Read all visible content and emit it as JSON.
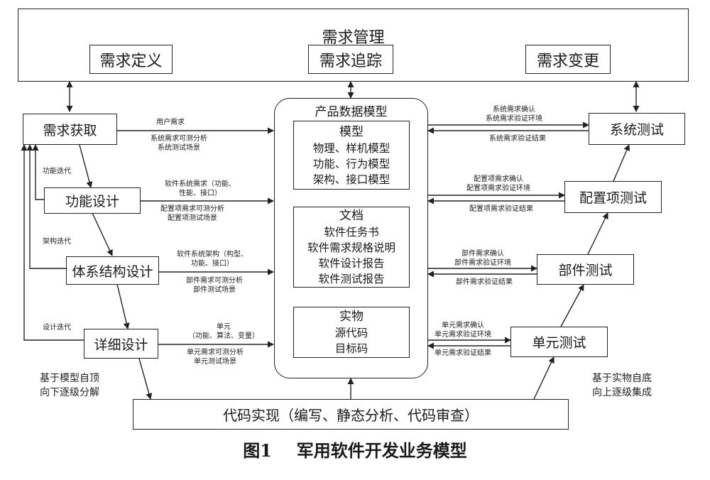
{
  "top": {
    "title": "需求管理",
    "items": [
      "需求定义",
      "需求追踪",
      "需求变更"
    ]
  },
  "left_chain": {
    "req_acquire": "需求获取",
    "func_design": "功能设计",
    "arch_design": "体系结构设计",
    "detail_design": "详细设计"
  },
  "iterations": {
    "func": "功能迭代",
    "arch": "架构迭代",
    "design": "设计迭代"
  },
  "left_flows": {
    "req_in": "用户需求",
    "req_out_1": "系统需求可测分析",
    "req_out_2": "系统测试场景",
    "func_in_1": "软件系统需求（功能、",
    "func_in_2": "性能、接口）",
    "func_out_1": "配置项需求可测分析",
    "func_out_2": "配置项测试场景",
    "arch_in_1": "软件系统架构（构型、",
    "arch_in_2": "功能、接口）",
    "arch_out_1": "部件需求可测分析",
    "arch_out_2": "部件测试场景",
    "det_in_1": "单元",
    "det_in_2": "（功能、算法、变量）",
    "det_out_1": "单元需求可测分析",
    "det_out_2": "单元测试场景"
  },
  "center": {
    "title": "产品数据模型",
    "model": {
      "title": "模型",
      "lines": [
        "物理、样机模型",
        "功能、行为模型",
        "架构、接口模型"
      ]
    },
    "docs": {
      "title": "文档",
      "lines": [
        "软件任务书",
        "软件需求规格说明",
        "软件设计报告",
        "软件测试报告"
      ]
    },
    "entity": {
      "title": "实物",
      "lines": [
        "源代码",
        "目标码"
      ]
    }
  },
  "right_chain": {
    "sys_test": "系统测试",
    "cfg_test": "配置项测试",
    "part_test": "部件测试",
    "unit_test": "单元测试"
  },
  "right_flows": {
    "sys_in_1": "系统需求确认",
    "sys_in_2": "系统需求验证环境",
    "sys_out": "系统需求验证结果",
    "cfg_in_1": "配置项需求确认",
    "cfg_in_2": "配置项需求验证环境",
    "cfg_out": "配置项需求验证结果",
    "part_in_1": "部件需求确认",
    "part_in_2": "部件需求验证环境",
    "part_out": "部件需求验证结果",
    "unit_in_1": "单元需求确认",
    "unit_in_2": "单元需求验证环境",
    "unit_out": "单元需求验证结果"
  },
  "notes": {
    "left_1": "基于模型自顶",
    "left_2": "向下逐级分解",
    "right_1": "基于实物自底",
    "right_2": "向上逐级集成"
  },
  "bottom": {
    "code": "代码实现（编写、静态分析、代码审查）"
  },
  "caption": {
    "num": "图1",
    "text": "军用软件开发业务模型"
  }
}
